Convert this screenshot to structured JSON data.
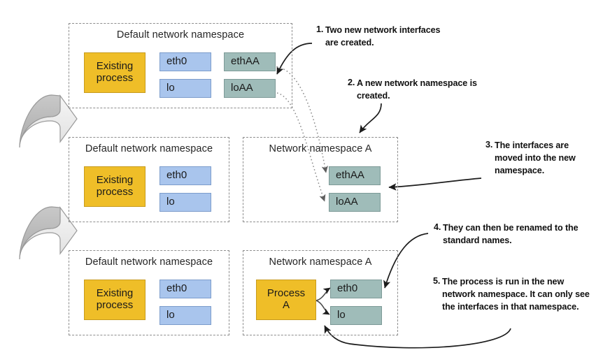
{
  "diagram": {
    "title": "Linux network namespace setup steps",
    "colors": {
      "process_fill": "#EFBE28",
      "process_stroke": "#C79B1E",
      "default_iface_fill": "#A9C5ED",
      "default_iface_stroke": "#7C9CCB",
      "new_iface_fill": "#9FBCB9",
      "new_iface_stroke": "#7D9A97",
      "namespace_border": "#8d8d8d",
      "arrow_stroke": "#1c1c1c",
      "big_arrow_fill": "#ededed",
      "big_arrow_top_fill": "#b4b4b4"
    },
    "rows": [
      {
        "id": "row-1",
        "namespaces": [
          {
            "id": "default-ns-row1",
            "title": "Default network namespace",
            "nodes": [
              {
                "id": "existing-process-row1",
                "kind": "process",
                "lines": [
                  "Existing",
                  "process"
                ]
              },
              {
                "id": "eth0-row1",
                "kind": "iface-default",
                "lines": [
                  "eth0"
                ]
              },
              {
                "id": "lo-row1",
                "kind": "iface-default",
                "lines": [
                  "lo"
                ]
              },
              {
                "id": "ethAA-row1",
                "kind": "iface-new",
                "lines": [
                  "ethAA"
                ]
              },
              {
                "id": "loAA-row1",
                "kind": "iface-new",
                "lines": [
                  "loAA"
                ]
              }
            ]
          }
        ]
      },
      {
        "id": "row-2",
        "namespaces": [
          {
            "id": "default-ns-row2",
            "title": "Default network namespace",
            "nodes": [
              {
                "id": "existing-process-row2",
                "kind": "process",
                "lines": [
                  "Existing",
                  "process"
                ]
              },
              {
                "id": "eth0-row2",
                "kind": "iface-default",
                "lines": [
                  "eth0"
                ]
              },
              {
                "id": "lo-row2",
                "kind": "iface-default",
                "lines": [
                  "lo"
                ]
              }
            ]
          },
          {
            "id": "namespace-a-row2",
            "title": "Network namespace A",
            "nodes": [
              {
                "id": "ethAA-row2",
                "kind": "iface-new",
                "lines": [
                  "ethAA"
                ]
              },
              {
                "id": "loAA-row2",
                "kind": "iface-new",
                "lines": [
                  "loAA"
                ]
              }
            ]
          }
        ]
      },
      {
        "id": "row-3",
        "namespaces": [
          {
            "id": "default-ns-row3",
            "title": "Default network namespace",
            "nodes": [
              {
                "id": "existing-process-row3",
                "kind": "process",
                "lines": [
                  "Existing",
                  "process"
                ]
              },
              {
                "id": "eth0-row3",
                "kind": "iface-default",
                "lines": [
                  "eth0"
                ]
              },
              {
                "id": "lo-row3",
                "kind": "iface-default",
                "lines": [
                  "lo"
                ]
              }
            ]
          },
          {
            "id": "namespace-a-row3",
            "title": "Network namespace A",
            "nodes": [
              {
                "id": "process-a-row3",
                "kind": "process",
                "lines": [
                  "Process",
                  "A"
                ]
              },
              {
                "id": "eth0-nsa-row3",
                "kind": "iface-new",
                "lines": [
                  "eth0"
                ]
              },
              {
                "id": "lo-nsa-row3",
                "kind": "iface-new",
                "lines": [
                  "lo"
                ]
              }
            ]
          }
        ]
      }
    ],
    "notes": [
      {
        "id": "note-1",
        "number": "1.",
        "text": "Two new network interfaces are created."
      },
      {
        "id": "note-2",
        "number": "2.",
        "text": "A new network namespace is created."
      },
      {
        "id": "note-3",
        "number": "3.",
        "text": "The interfaces are moved into the new namespace."
      },
      {
        "id": "note-4",
        "number": "4.",
        "text": "They can then be renamed to the standard names."
      },
      {
        "id": "note-5",
        "number": "5.",
        "text": "The process is run in the new network namespace. It can only see the interfaces in that namespace."
      }
    ],
    "labels": {
      "default_namespace": "Default network namespace",
      "namespace_a": "Network namespace A",
      "existing_process_l1": "Existing",
      "existing_process_l2": "process",
      "process_a_l1": "Process",
      "process_a_l2": "A",
      "eth0": "eth0",
      "lo": "lo",
      "ethAA": "ethAA",
      "loAA": "loAA"
    },
    "icons": {
      "step_arrow": "curved-down-arrow-icon",
      "move_arrow": "dotted-curved-arrow-icon",
      "pointer_arrow": "callout-arrow-icon"
    }
  }
}
